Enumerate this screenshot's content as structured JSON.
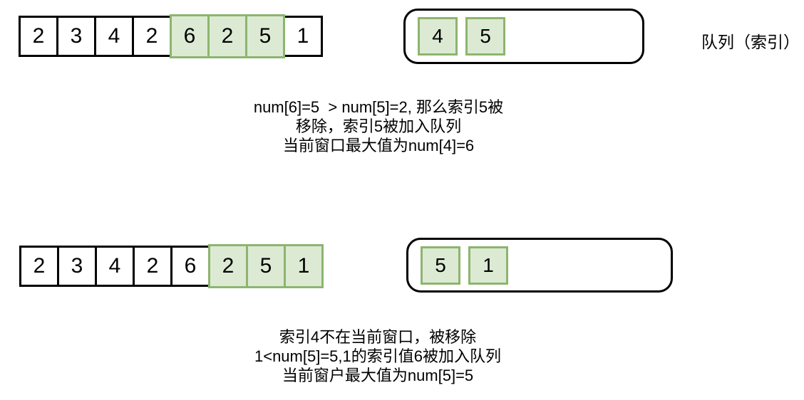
{
  "colors": {
    "highlight_fill": "#dcead4",
    "highlight_border": "#8db56e",
    "outline": "#000000"
  },
  "row1": {
    "array": {
      "cells": [
        "2",
        "3",
        "4",
        "2",
        "6",
        "2",
        "5",
        "1"
      ],
      "highlighted_indices": [
        4,
        5,
        6
      ]
    },
    "queue": {
      "cells": [
        "4",
        "5"
      ]
    },
    "queue_label": "队列（索引）",
    "caption": [
      "num[6]=5  > num[5]=2, 那么索引5被",
      "移除，索引5被加入队列",
      "当前窗口最大值为num[4]=6"
    ]
  },
  "row2": {
    "array": {
      "cells": [
        "2",
        "3",
        "4",
        "2",
        "6",
        "2",
        "5",
        "1"
      ],
      "highlighted_indices": [
        5,
        6,
        7
      ]
    },
    "queue": {
      "cells": [
        "5",
        "1"
      ]
    },
    "caption": [
      "索引4不在当前窗口，被移除",
      "1<num[5]=5,1的索引值6被加入队列",
      "当前窗户最大值为num[5]=5"
    ]
  }
}
